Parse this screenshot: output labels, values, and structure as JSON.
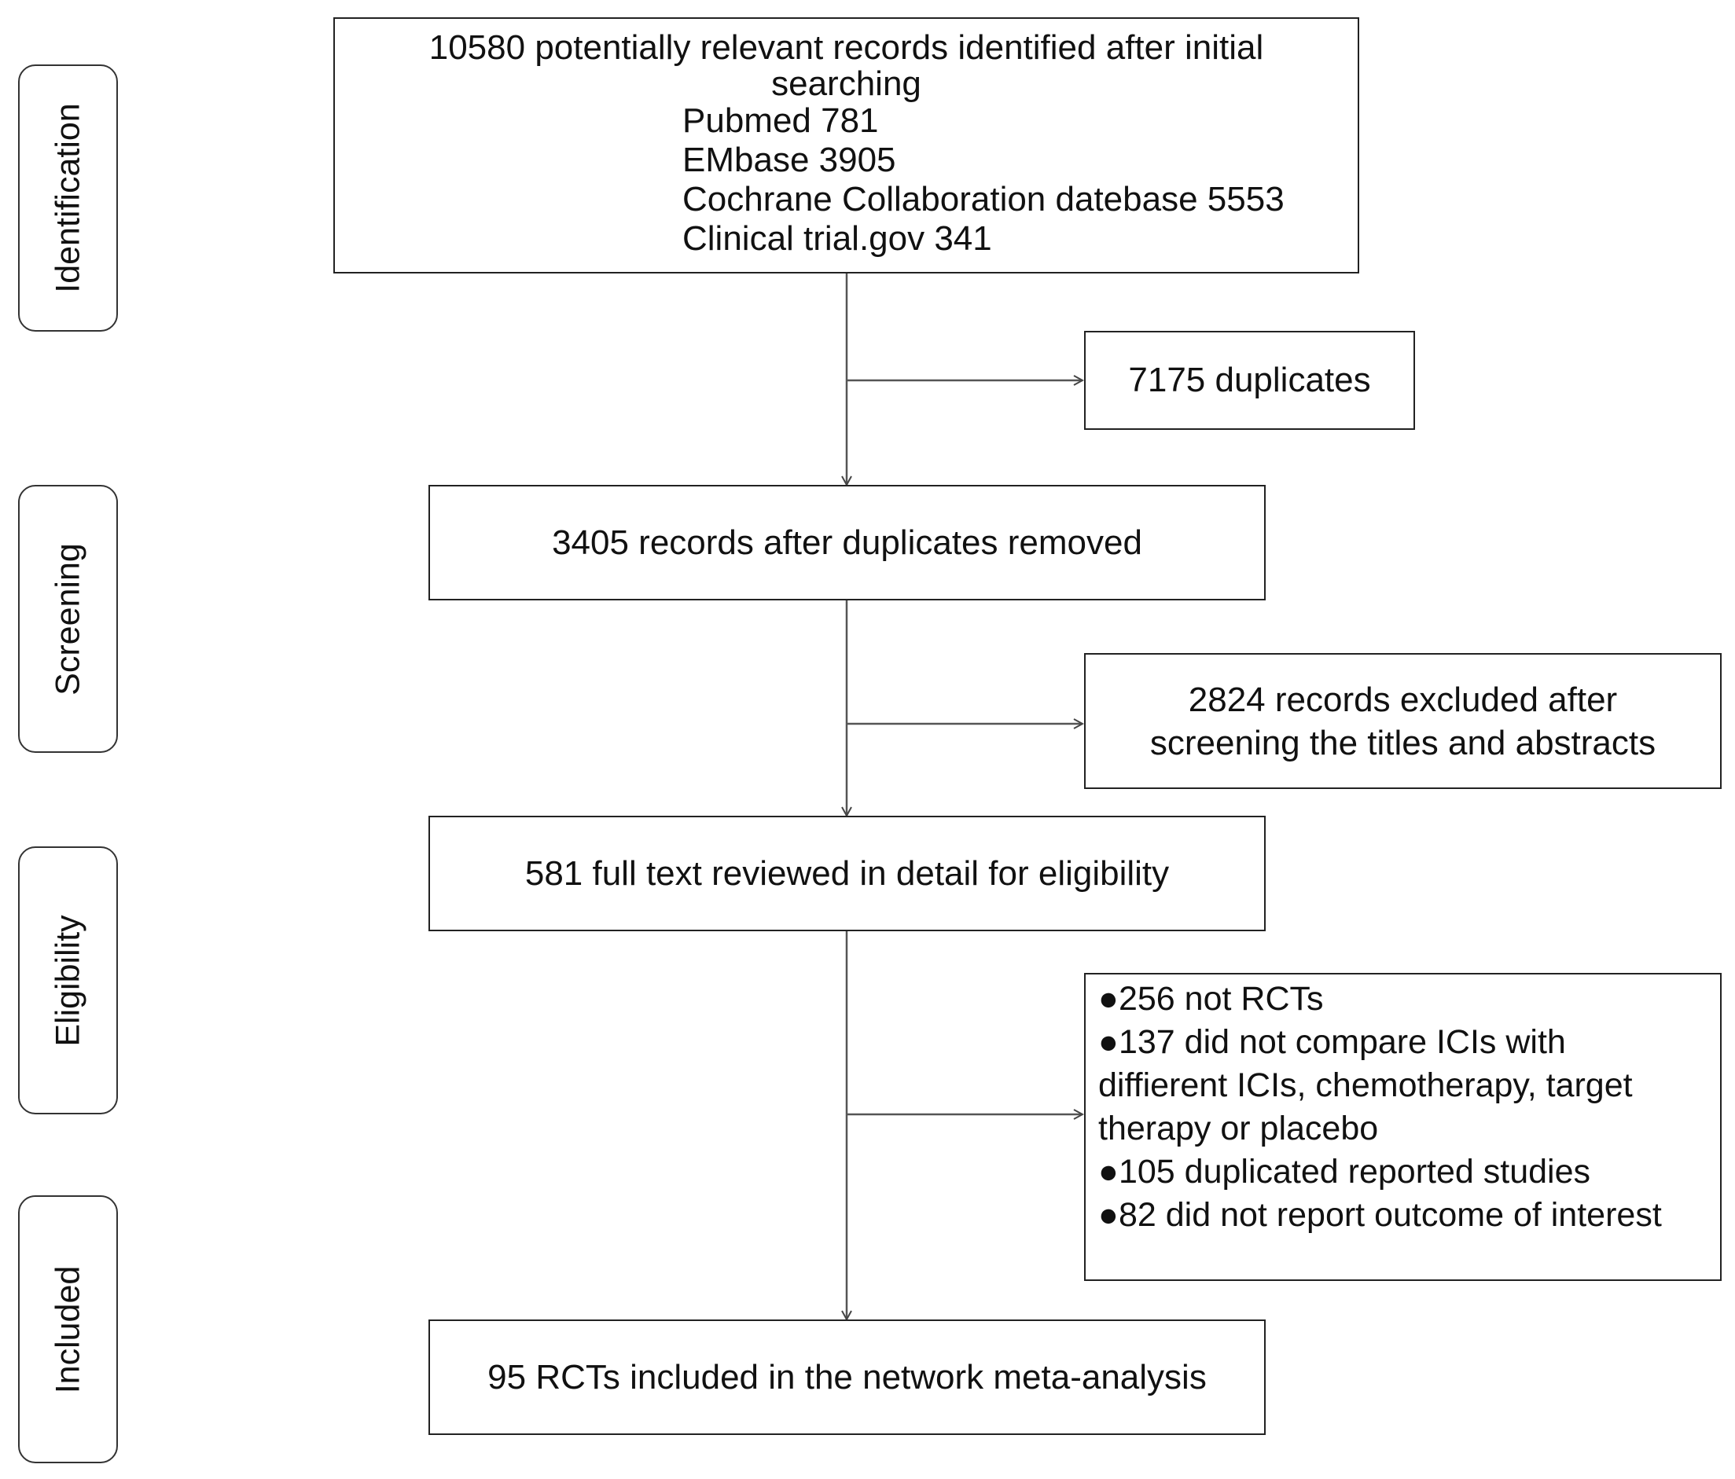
{
  "phases": [
    {
      "label": "Identification"
    },
    {
      "label": "Screening"
    },
    {
      "label": "Eligibility"
    },
    {
      "label": "Included"
    }
  ],
  "identification": {
    "heading": [
      "10580 potentially relevant records identified after initial",
      "searching"
    ],
    "sources": [
      "Pubmed 781",
      "EMbase 3905",
      "Cochrane Collaboration datebase 5553",
      "Clinical trial.gov 341"
    ]
  },
  "duplicates": "7175 duplicates",
  "screened": "3405 records after duplicates removed",
  "excluded_screening": [
    "2824 records excluded after",
    "screening the titles and abstracts"
  ],
  "eligibility": "581 full text reviewed in detail for eligibility",
  "excluded_eligibility": [
    "●256 not RCTs",
    "●137 did not compare ICIs with",
    "diffierent ICIs, chemotherapy, target",
    "therapy or placebo",
    "●105 duplicated reported studies",
    "●82 did not report outcome of interest"
  ],
  "included": "95 RCTs included in the network meta-analysis"
}
